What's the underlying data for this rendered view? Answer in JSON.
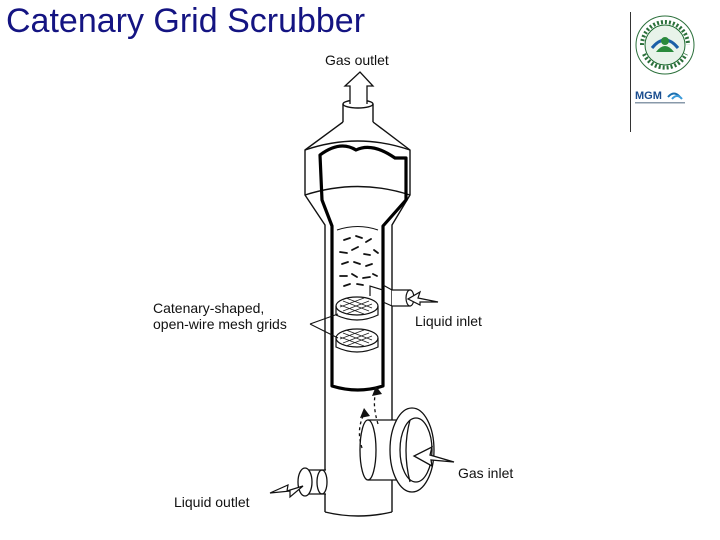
{
  "slide": {
    "title": "Catenary Grid Scrubber"
  },
  "diagram": {
    "labels": {
      "gas_outlet": "Gas outlet",
      "grids_line1": "Catenary-shaped,",
      "grids_line2": "open-wire mesh grids",
      "liquid_inlet": "Liquid inlet",
      "gas_inlet": "Gas inlet",
      "liquid_outlet": "Liquid outlet"
    }
  },
  "logos": {
    "epa_seal": "epa-seal-icon",
    "mgm_logo": "mgm-logo-icon"
  },
  "colors": {
    "title": "#141482",
    "line": "#111111"
  }
}
